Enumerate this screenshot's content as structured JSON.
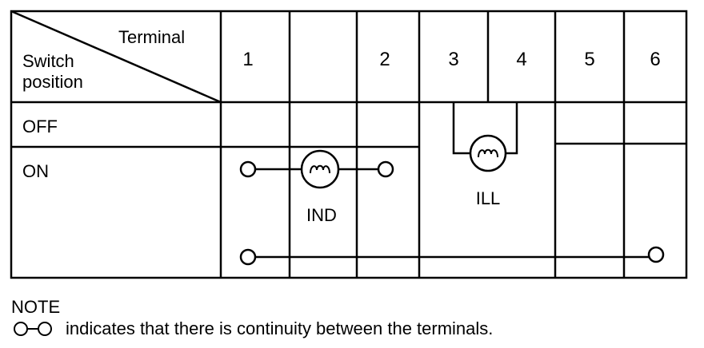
{
  "table": {
    "header_terminal_label": "Terminal",
    "header_switch_label_line1": "Switch",
    "header_switch_label_line2": "position",
    "terminals": [
      "1",
      "2",
      "3",
      "4",
      "5",
      "6"
    ],
    "rows": [
      "OFF",
      "ON"
    ]
  },
  "components": {
    "indicator_label": "IND",
    "illumination_label": "ILL"
  },
  "note": {
    "title": "NOTE",
    "text": "indicates that there is continuity between the terminals."
  }
}
